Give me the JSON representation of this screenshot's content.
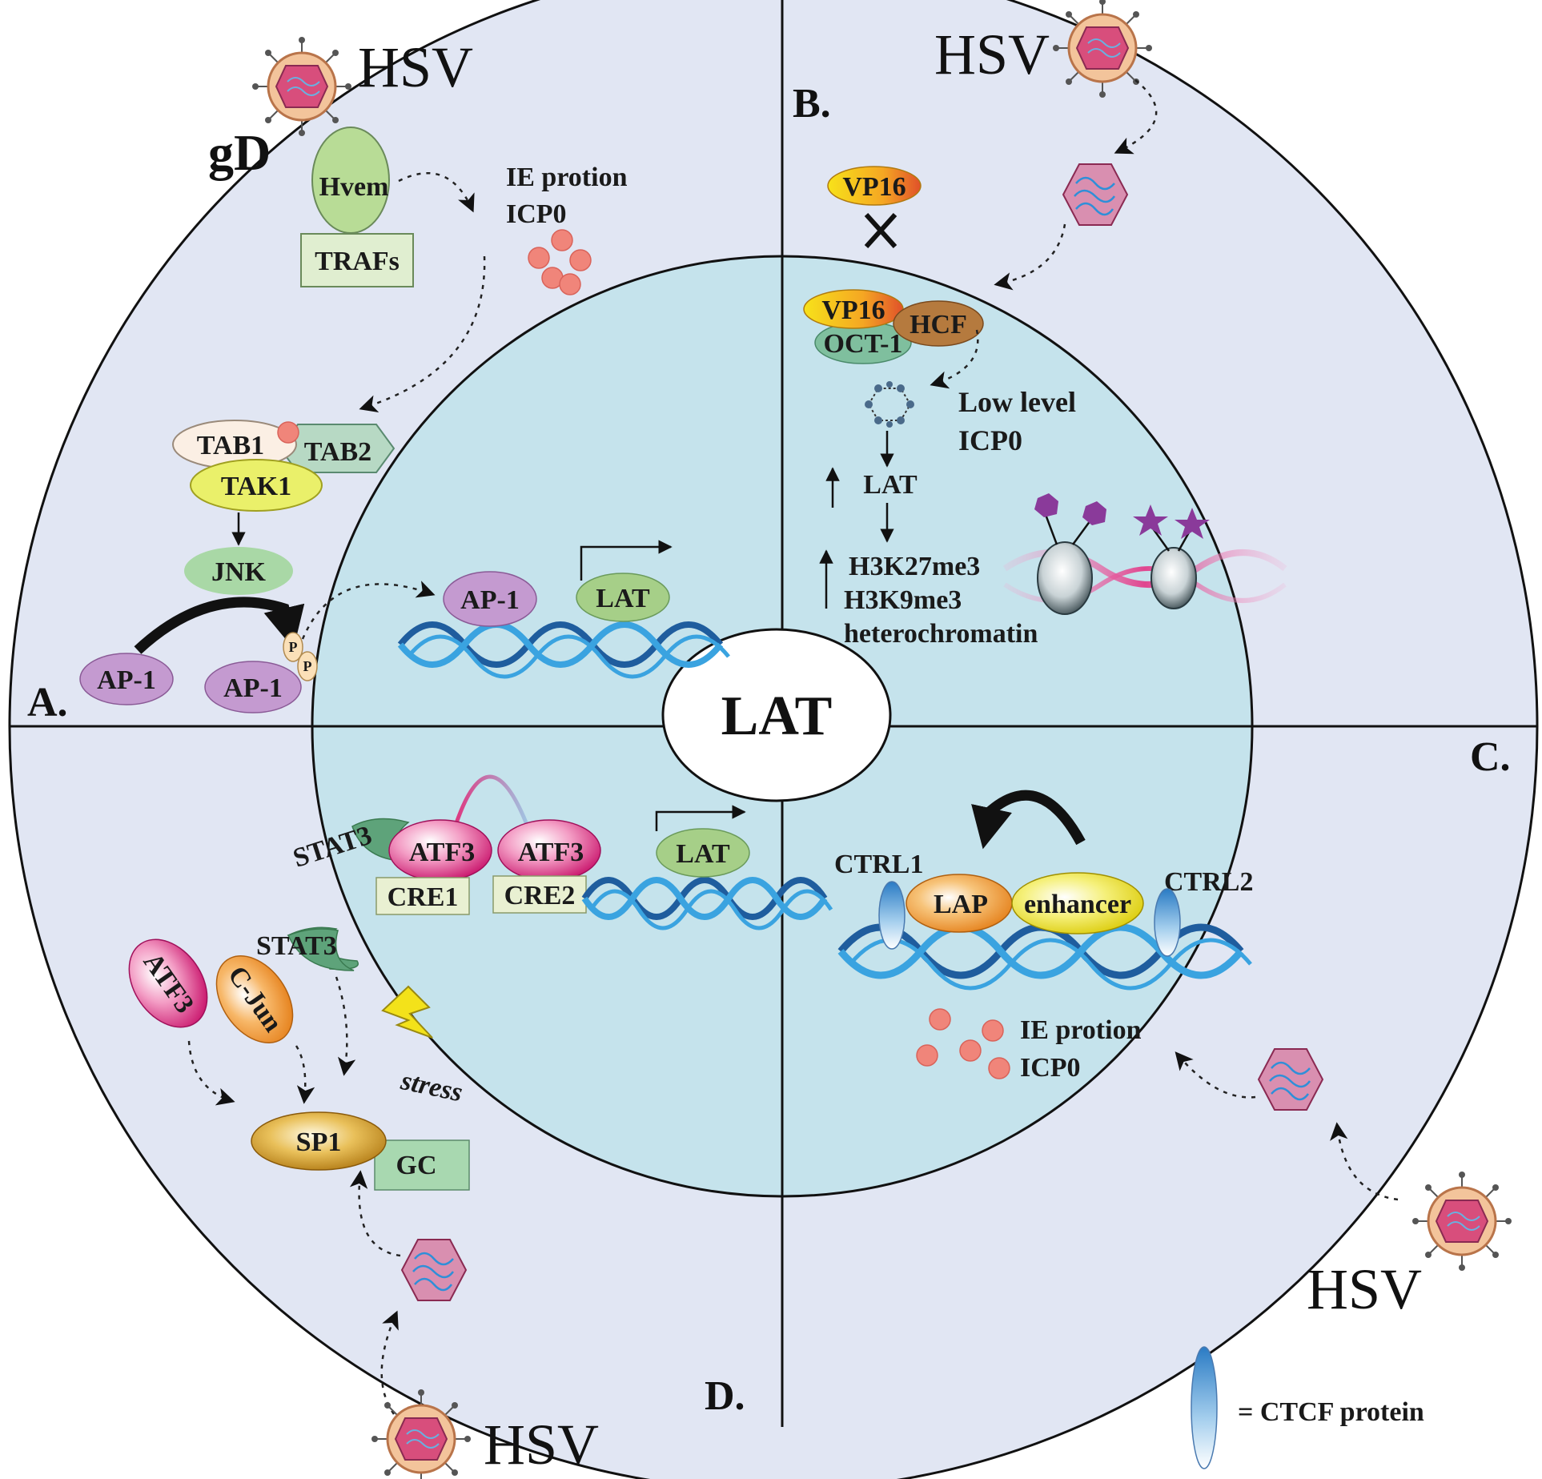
{
  "center_label": "LAT",
  "virus_label": "HSV",
  "quadrants": {
    "a": {
      "letter": "A.",
      "ligand": "gD",
      "receptor": "Hvem",
      "adaptor": "TRAFs",
      "ie_line1": "IE protion",
      "ie_line2": "ICP0",
      "tab1": "TAB1",
      "tab2": "TAB2",
      "tak1": "TAK1",
      "jnk": "JNK",
      "ap1": "AP-1",
      "phospho": "P",
      "lat": "LAT"
    },
    "b": {
      "letter": "B.",
      "vp16": "VP16",
      "hcf": "HCF",
      "oct1": "OCT-1",
      "low_line1": "Low level",
      "low_line2": "ICP0",
      "lat": "LAT",
      "mark1": "H3K27me3",
      "mark2": "H3K9me3",
      "mark3": "heterochromatin"
    },
    "c": {
      "letter": "C.",
      "ctrl1": "CTRL1",
      "ctrl2": "CTRL2",
      "lap": "LAP",
      "enhancer": "enhancer",
      "ie_line1": "IE protion",
      "ie_line2": "ICP0"
    },
    "d": {
      "letter": "D.",
      "stat3": "STAT3",
      "atf3": "ATF3",
      "cre1": "CRE1",
      "cre2": "CRE2",
      "lat": "LAT",
      "cjun": "C-Jun",
      "stress": "stress",
      "sp1": "SP1",
      "gc": "GC"
    }
  },
  "legend": {
    "ctcf_label": "= CTCF protein"
  },
  "colors": {
    "outer_ring": "#e1e6f3",
    "inner_circle": "#c5e3ec",
    "ap1": "#c49ad0",
    "lat_box": "#a6cf88",
    "jnk": "#a9d8a6",
    "trafs": "#e0eed0",
    "hvem": "#b8dc96",
    "tak1": "#eaf06a",
    "tab1": "#fbefe4",
    "tab2": "#b7d9c4",
    "ie_dot": "#f0857a",
    "atf3": "#e2377f",
    "cre_box": "#e9f0d2",
    "gc_box": "#a8d8b0",
    "sp1": "#d69a18",
    "stat3": "#5ea37a",
    "lap": "#f19c2a",
    "enhancer": "#f0ea3d",
    "hcf": "#b57a3e",
    "oct1": "#7fbf9e",
    "dna_dark": "#1f5d9e",
    "dna_light": "#3aa3e0",
    "capsid": "#d98fb0",
    "chromatin_pink": "#e05aa0",
    "mark_purple": "#8a3a9a",
    "virus_shell": "#f3c49b",
    "virus_core": "#d84e7c"
  }
}
